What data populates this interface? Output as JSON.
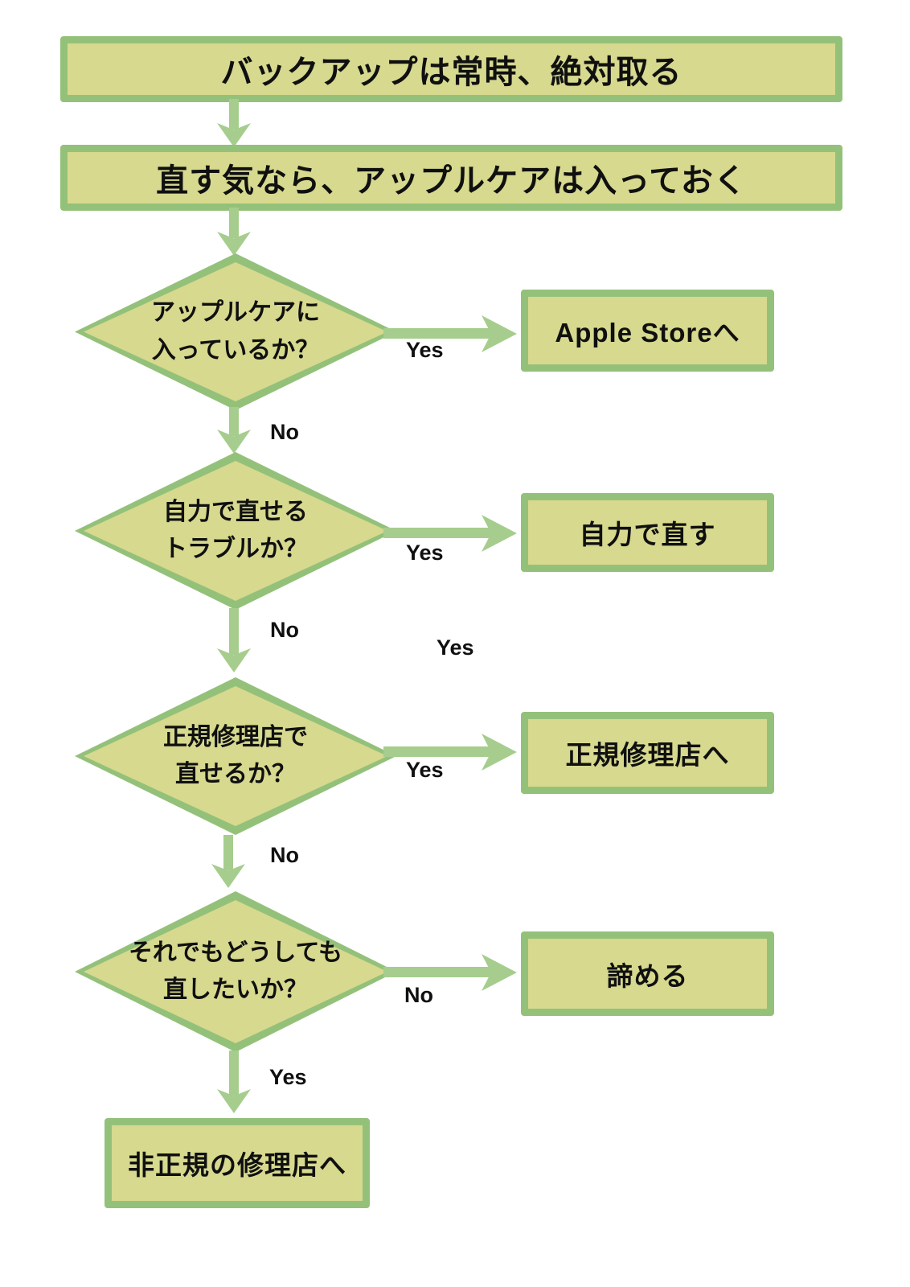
{
  "colors": {
    "box_fill": "#d6d98e",
    "box_border": "#94c17a",
    "arrow": "#a6cd8d",
    "label_text": "#101010"
  },
  "flow": {
    "top_boxes": [
      {
        "label": "バックアップは常時、絶対取る"
      },
      {
        "label": "直す気なら、アップルケアは入っておく"
      }
    ],
    "decisions": [
      {
        "question": "アップルケアに\n入っているか？",
        "side_label": "Yes",
        "side_result": "Apple Storeへ",
        "down_label": "No"
      },
      {
        "question": "自力で直せる\nトラブルか？",
        "side_label": "Yes",
        "side_result": "自力で直す",
        "down_label": "No",
        "stray_label": "Yes"
      },
      {
        "question": "正規修理店で\n直せるか？",
        "side_label": "Yes",
        "side_result": "正規修理店へ",
        "down_label": "No"
      },
      {
        "question": "それでもどうしても\n直したいか？",
        "side_label": "No",
        "side_result": "諦める",
        "down_label": "Yes"
      }
    ],
    "final_box": {
      "label": "非正規の修理店へ"
    }
  }
}
